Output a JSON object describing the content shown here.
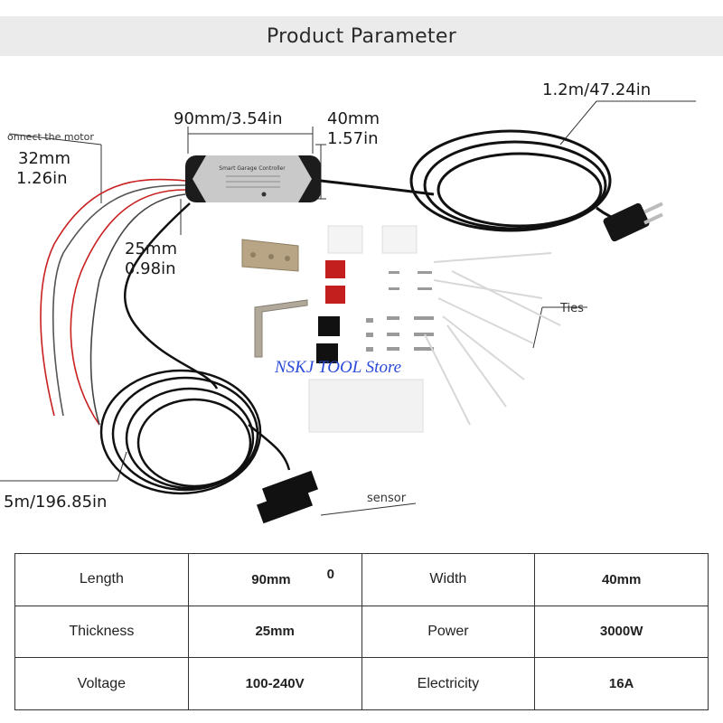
{
  "header": {
    "title": "Product Parameter"
  },
  "diagram": {
    "labels": {
      "length_top": "90mm/3.54in",
      "width_top_1": "40mm",
      "width_top_2": "1.57in",
      "connect_motor": "onnect the motor",
      "wire_len_1": "32mm",
      "wire_len_2": "1.26in",
      "thickness_1": "25mm",
      "thickness_2": "0.98in",
      "power_cord": "1.2m/47.24in",
      "sensor_cable": "5m/196.85in",
      "ties": "Ties",
      "sensor": "sensor",
      "device_name": "Smart Garage Controller"
    },
    "watermark": "NSKJ TOOL Store"
  },
  "specs": {
    "rows": [
      {
        "k1": "Length",
        "v1": "90mm",
        "stray": "0",
        "k2": "Width",
        "v2": "40mm"
      },
      {
        "k1": "Thickness",
        "v1": "25mm",
        "k2": "Power",
        "v2": "3000W"
      },
      {
        "k1": "Voltage",
        "v1": "100-240V",
        "k2": "Electricity",
        "v2": "16A"
      }
    ]
  }
}
